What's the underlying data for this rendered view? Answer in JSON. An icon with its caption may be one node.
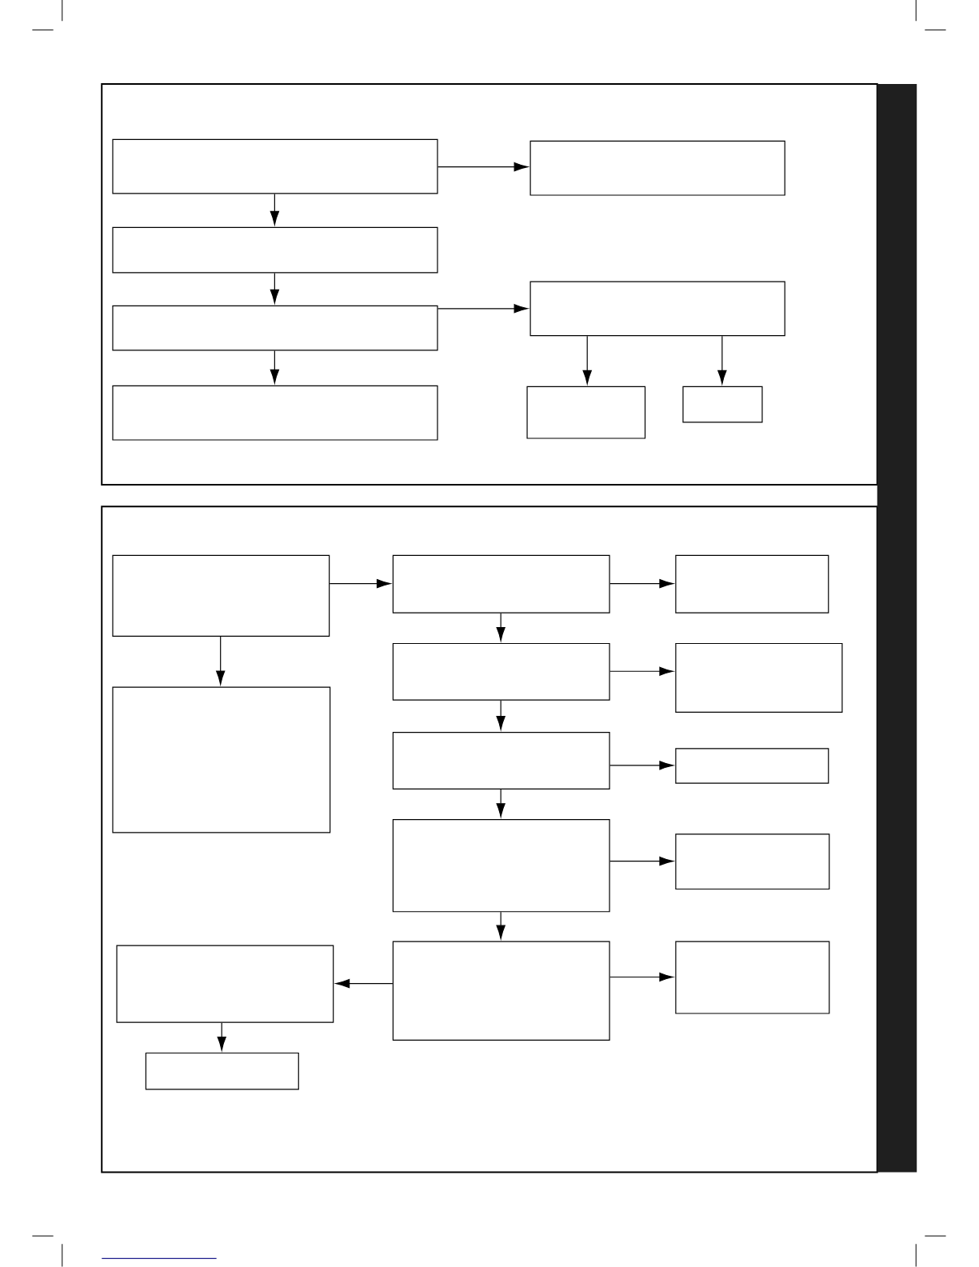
{
  "diagram": {
    "nodes": [
      {
        "text": [],
        "shape": "box"
      },
      {
        "text": [],
        "shape": "box"
      },
      {
        "text": [],
        "shape": "box",
        "in": 0
      },
      {
        "text": [],
        "shape": "box",
        "in": 0
      },
      {
        "text": [],
        "shape": "box",
        "in": 0
      },
      {
        "text": [],
        "shape": "box",
        "in": 0
      },
      {
        "text": [],
        "shape": "box",
        "in": 0
      },
      {
        "text": [],
        "shape": "box",
        "in": 0
      },
      {
        "text": [],
        "shape": "box",
        "in": 0
      },
      {
        "text": [],
        "shape": "box",
        "in": 0
      },
      {
        "text": [],
        "shape": "box",
        "in": 1
      },
      {
        "text": [],
        "shape": "box",
        "in": 1
      },
      {
        "text": [],
        "shape": "box",
        "in": 1
      },
      {
        "text": [],
        "shape": "box",
        "in": 1
      },
      {
        "text": [],
        "shape": "box",
        "in": 1
      },
      {
        "text": [],
        "shape": "box",
        "in": 1
      },
      {
        "text": [],
        "shape": "box",
        "in": 1
      },
      {
        "text": [],
        "shape": "box",
        "in": 1
      },
      {
        "text": [],
        "shape": "box",
        "in": 1
      },
      {
        "text": [],
        "shape": "box",
        "in": 1
      },
      {
        "text": [],
        "shape": "box",
        "in": 1
      },
      {
        "text": [],
        "shape": "box",
        "in": 1
      },
      {
        "text": [],
        "shape": "box",
        "in": 1
      },
      {
        "text": [],
        "shape": "box",
        "in": 1
      },
      {
        "text": [],
        "shape": "bar"
      }
    ],
    "edges": [
      {
        "from": 2,
        "to": 3,
        "arrow": "to"
      },
      {
        "from": 2,
        "to": 4,
        "arrow": "to"
      },
      {
        "from": 4,
        "to": 5,
        "arrow": "to"
      },
      {
        "from": 5,
        "to": 6,
        "arrow": "to"
      },
      {
        "from": 5,
        "to": 7,
        "arrow": "to"
      },
      {
        "from": 6,
        "to": 8,
        "arrow": "to"
      },
      {
        "from": 6,
        "to": 9,
        "arrow": "to"
      },
      {
        "from": 10,
        "to": 11,
        "arrow": "to"
      },
      {
        "from": 10,
        "to": 13,
        "arrow": "to"
      },
      {
        "from": 11,
        "to": 12,
        "arrow": "to"
      },
      {
        "from": 11,
        "to": 14,
        "arrow": "to"
      },
      {
        "from": 14,
        "to": 15,
        "arrow": "to"
      },
      {
        "from": 14,
        "to": 16,
        "arrow": "to"
      },
      {
        "from": 16,
        "to": 17,
        "arrow": "to"
      },
      {
        "from": 16,
        "to": 18,
        "arrow": "to"
      },
      {
        "from": 18,
        "to": 19,
        "arrow": "to"
      },
      {
        "from": 18,
        "to": 21,
        "arrow": "to"
      },
      {
        "from": 21,
        "to": 22,
        "arrow": "to"
      },
      {
        "from": 21,
        "to": 20,
        "arrow": "to"
      },
      {
        "from": 20,
        "to": 23,
        "arrow": "to"
      }
    ]
  }
}
